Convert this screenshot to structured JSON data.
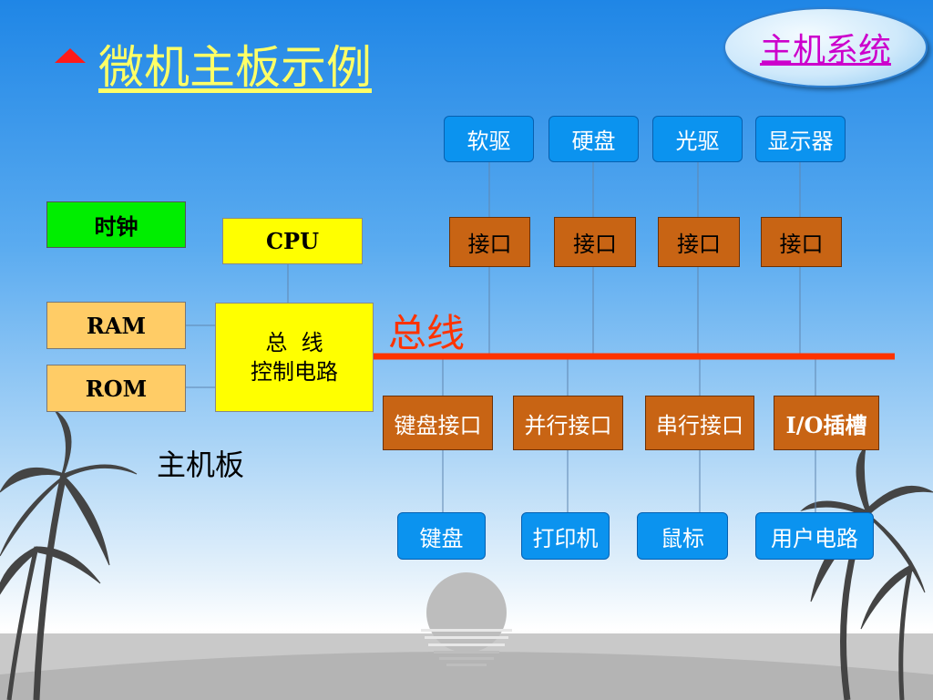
{
  "title": "微机主板示例",
  "nav_badge": "主机系统",
  "bus_label": "总线",
  "motherboard_label": "主机板",
  "left_column": {
    "clock": "时钟",
    "ram": "RAM",
    "rom": "ROM"
  },
  "cpu": "CPU",
  "bus_control": {
    "line1": "总  线",
    "line2": "控制电路"
  },
  "top_devices": [
    "软驱",
    "硬盘",
    "光驱",
    "显示器"
  ],
  "top_interfaces": [
    "接口",
    "接口",
    "接口",
    "接口"
  ],
  "bottom_interfaces": [
    "键盘接口",
    "并行接口",
    "串行接口",
    "I/O插槽"
  ],
  "bottom_devices": [
    "键盘",
    "打印机",
    "鼠标",
    "用户电路"
  ],
  "colors": {
    "device": "#0b93ef",
    "interface": "#c86414",
    "cpu": "#ffff00",
    "clock": "#00ee00",
    "memory": "#ffcc66",
    "bus": "#ff3300",
    "title": "#ffff66",
    "badge_text": "#cc00cc"
  },
  "icons": [
    "red-triangle-bullet-icon",
    "palm-tree-icon",
    "setting-sun-icon"
  ]
}
